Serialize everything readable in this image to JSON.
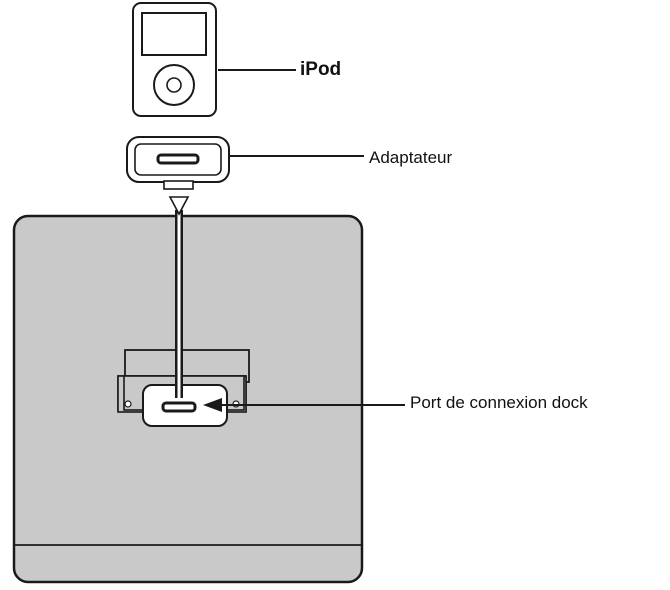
{
  "labels": {
    "ipod": "iPod",
    "adapter": "Adaptateur",
    "dock_port": "Port de connexion dock"
  },
  "colors": {
    "unit_fill": "#c9c9c9",
    "outline": "#1a1a1a",
    "background": "#ffffff"
  }
}
